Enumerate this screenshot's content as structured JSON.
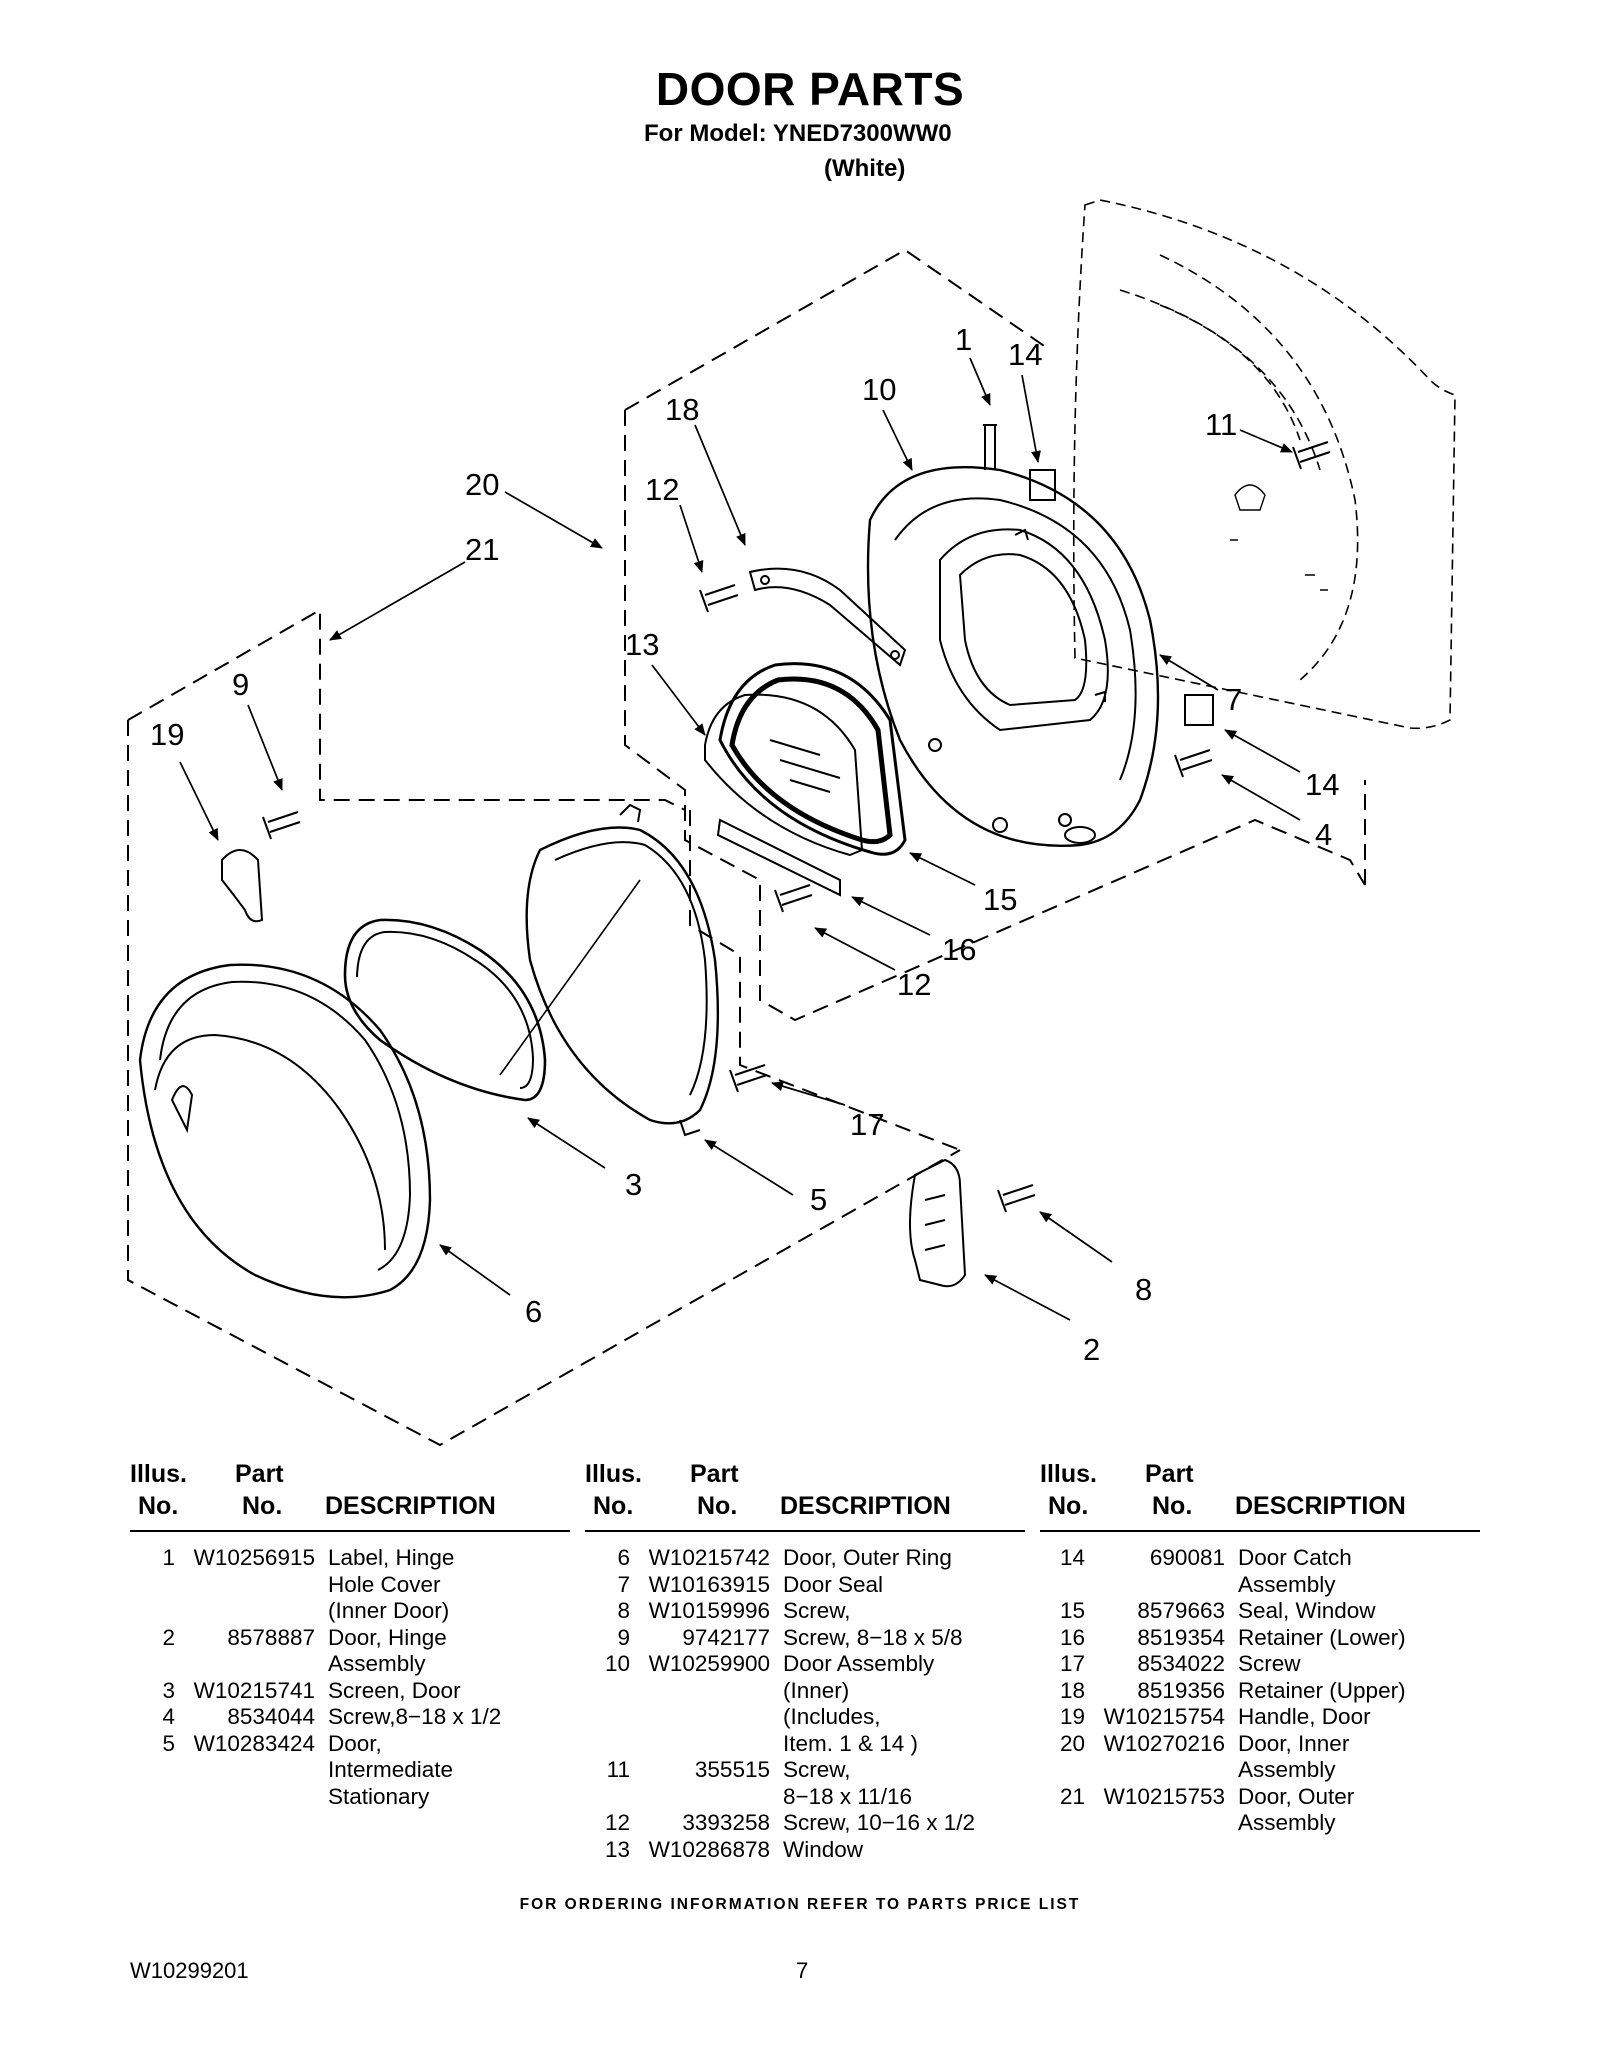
{
  "header": {
    "title": "DOOR PARTS",
    "model": "For Model: YNED7300WW0",
    "color": "(White)"
  },
  "diagram": {
    "callouts": [
      "1",
      "14",
      "10",
      "11",
      "18",
      "12",
      "20",
      "21",
      "13",
      "9",
      "19",
      "7",
      "14",
      "4",
      "15",
      "16",
      "12",
      "17",
      "3",
      "5",
      "8",
      "6",
      "2"
    ]
  },
  "table": {
    "headers": {
      "illus_top": "Illus.",
      "illus_bottom": "No.",
      "part_top": "Part",
      "part_bottom": "No.",
      "description": "DESCRIPTION"
    },
    "columns": [
      [
        {
          "n": "1",
          "p": "W10256915",
          "d": [
            "Label, Hinge",
            "Hole Cover",
            "(Inner Door)"
          ]
        },
        {
          "n": "2",
          "p": "8578887",
          "d": [
            "Door, Hinge",
            "Assembly"
          ]
        },
        {
          "n": "3",
          "p": "W10215741",
          "d": [
            "Screen, Door"
          ]
        },
        {
          "n": "4",
          "p": "8534044",
          "d": [
            "Screw,8−18 x 1/2"
          ]
        },
        {
          "n": "5",
          "p": "W10283424",
          "d": [
            "Door,",
            "Intermediate",
            "Stationary"
          ]
        }
      ],
      [
        {
          "n": "6",
          "p": "W10215742",
          "d": [
            "Door, Outer Ring"
          ]
        },
        {
          "n": "7",
          "p": "W10163915",
          "d": [
            "Door Seal"
          ]
        },
        {
          "n": "8",
          "p": "W10159996",
          "d": [
            "Screw,"
          ]
        },
        {
          "n": "9",
          "p": "9742177",
          "d": [
            "Screw, 8−18 x 5/8"
          ]
        },
        {
          "n": "10",
          "p": "W10259900",
          "d": [
            "Door Assembly",
            "(Inner)",
            "(Includes,",
            " Item. 1 & 14 )"
          ]
        },
        {
          "n": "11",
          "p": "355515",
          "d": [
            "Screw,",
            "8−18 x 11/16"
          ]
        },
        {
          "n": "12",
          "p": "3393258",
          "d": [
            "Screw, 10−16 x 1/2"
          ]
        },
        {
          "n": "13",
          "p": "W10286878",
          "d": [
            "Window"
          ]
        }
      ],
      [
        {
          "n": "14",
          "p": "690081",
          "d": [
            "Door Catch",
            "Assembly"
          ]
        },
        {
          "n": "15",
          "p": "8579663",
          "d": [
            "Seal, Window"
          ]
        },
        {
          "n": "16",
          "p": "8519354",
          "d": [
            "Retainer (Lower)"
          ]
        },
        {
          "n": "17",
          "p": "8534022",
          "d": [
            "Screw"
          ]
        },
        {
          "n": "18",
          "p": "8519356",
          "d": [
            "Retainer (Upper)"
          ]
        },
        {
          "n": "19",
          "p": "W10215754",
          "d": [
            "Handle, Door"
          ]
        },
        {
          "n": "20",
          "p": "W10270216",
          "d": [
            "Door, Inner",
            "Assembly"
          ]
        },
        {
          "n": "21",
          "p": "W10215753",
          "d": [
            "Door, Outer",
            "Assembly"
          ]
        }
      ]
    ]
  },
  "footer": {
    "ordering": "FOR ORDERING INFORMATION REFER TO PARTS PRICE LIST",
    "doc_number": "W10299201",
    "page_number": "7"
  }
}
